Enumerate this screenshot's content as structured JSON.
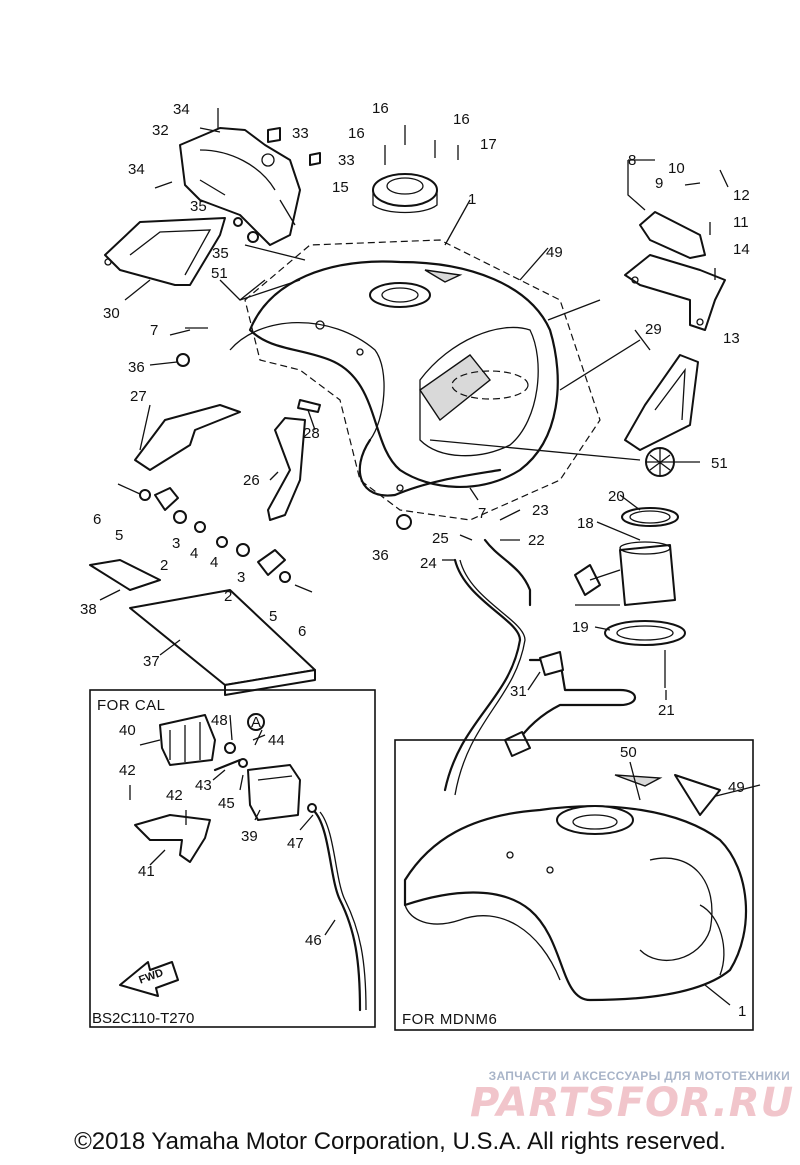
{
  "diagram": {
    "ref_code": "BS2C110-T270",
    "fwd_label": "FWD",
    "inset_cal_label": "FOR CAL",
    "inset_mdnm6_label": "FOR MDNM6",
    "circle_marker": "A",
    "copyright": "©2018 Yamaha Motor Corporation, U.S.A. All rights reserved.",
    "watermark_tagline": "ЗАПЧАСТИ И АКСЕССУАРЫ ДЛЯ МОТОТЕХНИКИ",
    "watermark_logo": "PARTSFOR.RU",
    "callouts": {
      "c1a": "1",
      "c1b": "1",
      "c2a": "2",
      "c2b": "2",
      "c3a": "3",
      "c3b": "3",
      "c4a": "4",
      "c4b": "4",
      "c5a": "5",
      "c5b": "5",
      "c6a": "6",
      "c6b": "6",
      "c7a": "7",
      "c7b": "7",
      "c8": "8",
      "c9": "9",
      "c10": "10",
      "c11": "11",
      "c12": "12",
      "c13": "13",
      "c14": "14",
      "c15": "15",
      "c16a": "16",
      "c16b": "16",
      "c16c": "16",
      "c17": "17",
      "c18": "18",
      "c19": "19",
      "c20": "20",
      "c21": "21",
      "c22": "22",
      "c23": "23",
      "c24": "24",
      "c25": "25",
      "c26": "26",
      "c27": "27",
      "c28": "28",
      "c29": "29",
      "c30": "30",
      "c31": "31",
      "c32": "32",
      "c33a": "33",
      "c33b": "33",
      "c34a": "34",
      "c34b": "34",
      "c35a": "35",
      "c35b": "35",
      "c36a": "36",
      "c36b": "36",
      "c37": "37",
      "c38": "38",
      "c39": "39",
      "c40": "40",
      "c41": "41",
      "c42a": "42",
      "c42b": "42",
      "c43": "43",
      "c44": "44",
      "c45": "45",
      "c46": "46",
      "c47": "47",
      "c48": "48",
      "c49a": "49",
      "c49b": "49",
      "c50": "50",
      "c51a": "51",
      "c51b": "51"
    }
  }
}
